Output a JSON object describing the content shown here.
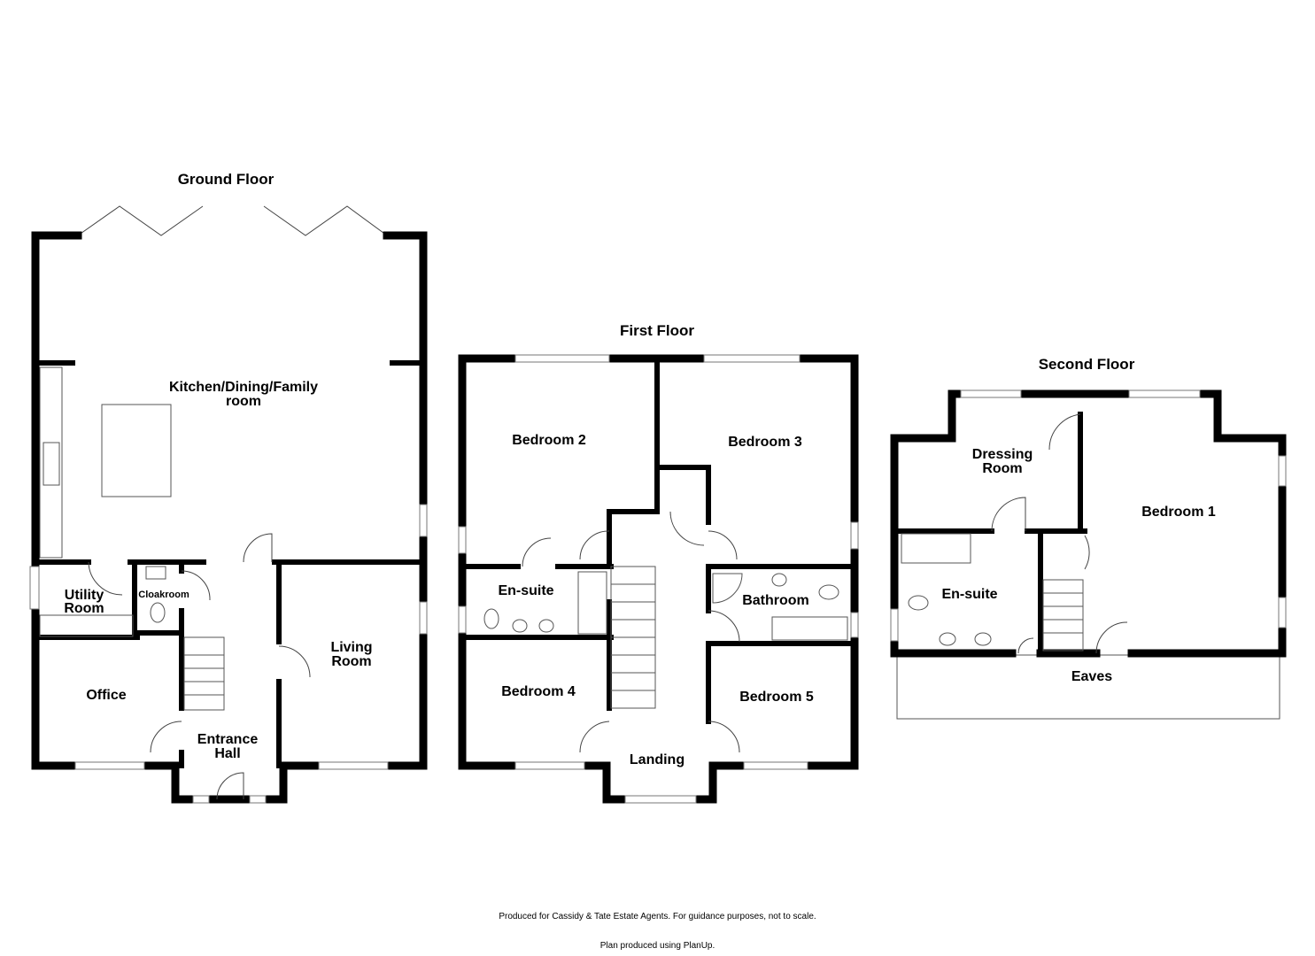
{
  "floors": {
    "ground": {
      "title": "Ground Floor",
      "rooms": {
        "kitchen_line1": "Kitchen/Dining/Family",
        "kitchen_line2": "room",
        "utility_line1": "Utility",
        "utility_line2": "Room",
        "cloakroom": "Cloakroom",
        "office": "Office",
        "hall_line1": "Entrance",
        "hall_line2": "Hall",
        "living_line1": "Living",
        "living_line2": "Room"
      }
    },
    "first": {
      "title": "First Floor",
      "rooms": {
        "bedroom2": "Bedroom 2",
        "bedroom3": "Bedroom 3",
        "ensuite": "En-suite",
        "bathroom": "Bathroom",
        "bedroom4": "Bedroom 4",
        "bedroom5": "Bedroom 5",
        "landing": "Landing"
      }
    },
    "second": {
      "title": "Second Floor",
      "rooms": {
        "dressing_line1": "Dressing",
        "dressing_line2": "Room",
        "bedroom1": "Bedroom 1",
        "ensuite": "En-suite",
        "eaves": "Eaves"
      }
    }
  },
  "footer": {
    "disclaimer": "Produced for Cassidy & Tate Estate Agents. For guidance purposes, not to scale.",
    "credit": "Plan produced using PlanUp."
  }
}
